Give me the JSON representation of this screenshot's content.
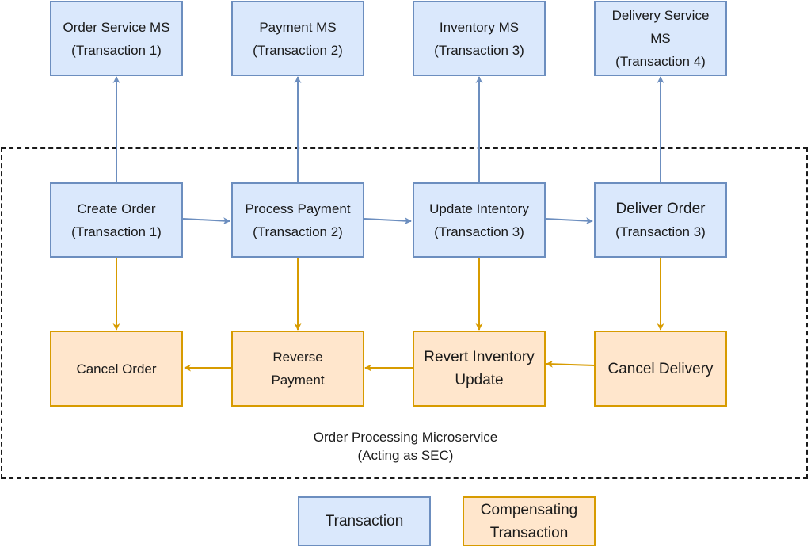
{
  "microservices": [
    {
      "lines": [
        "Order Service MS",
        "(Transaction 1)"
      ]
    },
    {
      "lines": [
        "Payment MS",
        "(Transaction 2)"
      ]
    },
    {
      "lines": [
        "Inventory MS",
        "(Transaction 3)"
      ]
    },
    {
      "lines": [
        "Delivery Service",
        "MS",
        "(Transaction 4)"
      ]
    }
  ],
  "transactions": [
    {
      "lines": [
        "Create Order",
        "(Transaction 1)"
      ]
    },
    {
      "lines": [
        "Process Payment",
        "(Transaction 2)"
      ]
    },
    {
      "lines": [
        "Update Intentory",
        "(Transaction 3)"
      ]
    },
    {
      "lines": [
        "Deliver Order",
        "(Transaction 3)"
      ]
    }
  ],
  "compensations": [
    {
      "lines": [
        "Cancel Order"
      ]
    },
    {
      "lines": [
        "Reverse",
        "Payment"
      ]
    },
    {
      "lines": [
        "Revert Inventory",
        "Update"
      ]
    },
    {
      "lines": [
        "Cancel Delivery"
      ]
    }
  ],
  "boundary": {
    "lines": [
      "Order Processing Microservice",
      "(Acting as SEC)"
    ]
  },
  "legend": {
    "transaction": {
      "lines": [
        "Transaction"
      ]
    },
    "compensating": {
      "lines": [
        "Compensating",
        "Transaction"
      ]
    }
  },
  "colors": {
    "transaction_fill": "#dae8fc",
    "transaction_stroke": "#6c8ebf",
    "compensating_fill": "#ffe6cc",
    "compensating_stroke": "#d79b00"
  }
}
